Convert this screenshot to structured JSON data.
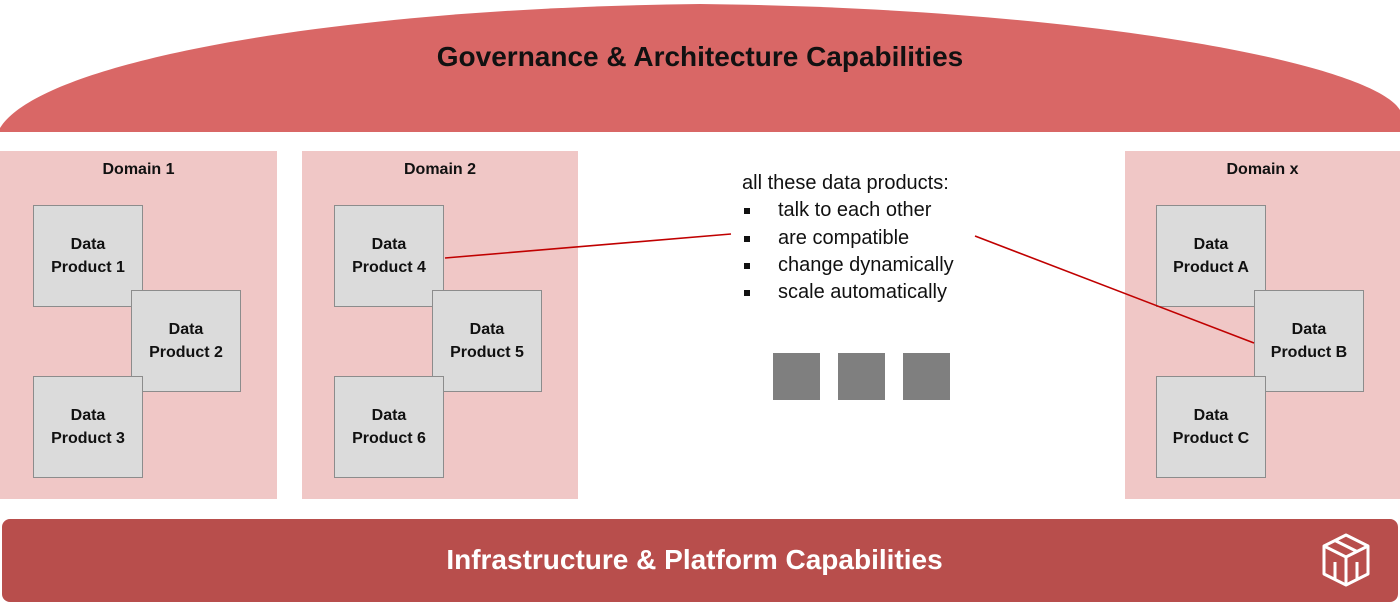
{
  "governance": {
    "title": "Governance & Architecture Capabilities"
  },
  "domains": [
    {
      "title": "Domain 1",
      "products": [
        [
          "Data",
          "Product 1"
        ],
        [
          "Data",
          "Product 2"
        ],
        [
          "Data",
          "Product 3"
        ]
      ]
    },
    {
      "title": "Domain 2",
      "products": [
        [
          "Data",
          "Product 4"
        ],
        [
          "Data",
          "Product 5"
        ],
        [
          "Data",
          "Product 6"
        ]
      ]
    },
    {
      "title": "Domain x",
      "products": [
        [
          "Data",
          "Product A"
        ],
        [
          "Data",
          "Product B"
        ],
        [
          "Data",
          "Product C"
        ]
      ]
    }
  ],
  "notes": {
    "intro": "all these data products:",
    "items": [
      "talk to each other",
      "are compatible",
      "change dynamically",
      "scale automatically"
    ]
  },
  "infrastructure": {
    "title": "Infrastructure & Platform Capabilities"
  },
  "colors": {
    "dome": "#d96766",
    "domain_bg": "#f0c7c6",
    "product_bg": "#dbdbdb",
    "connector": "#c00000",
    "ellipsis_square": "#7f7f7f",
    "infra_bar": "#b84e4c"
  },
  "icons": {
    "infra_logo": "cube-logo-icon"
  }
}
